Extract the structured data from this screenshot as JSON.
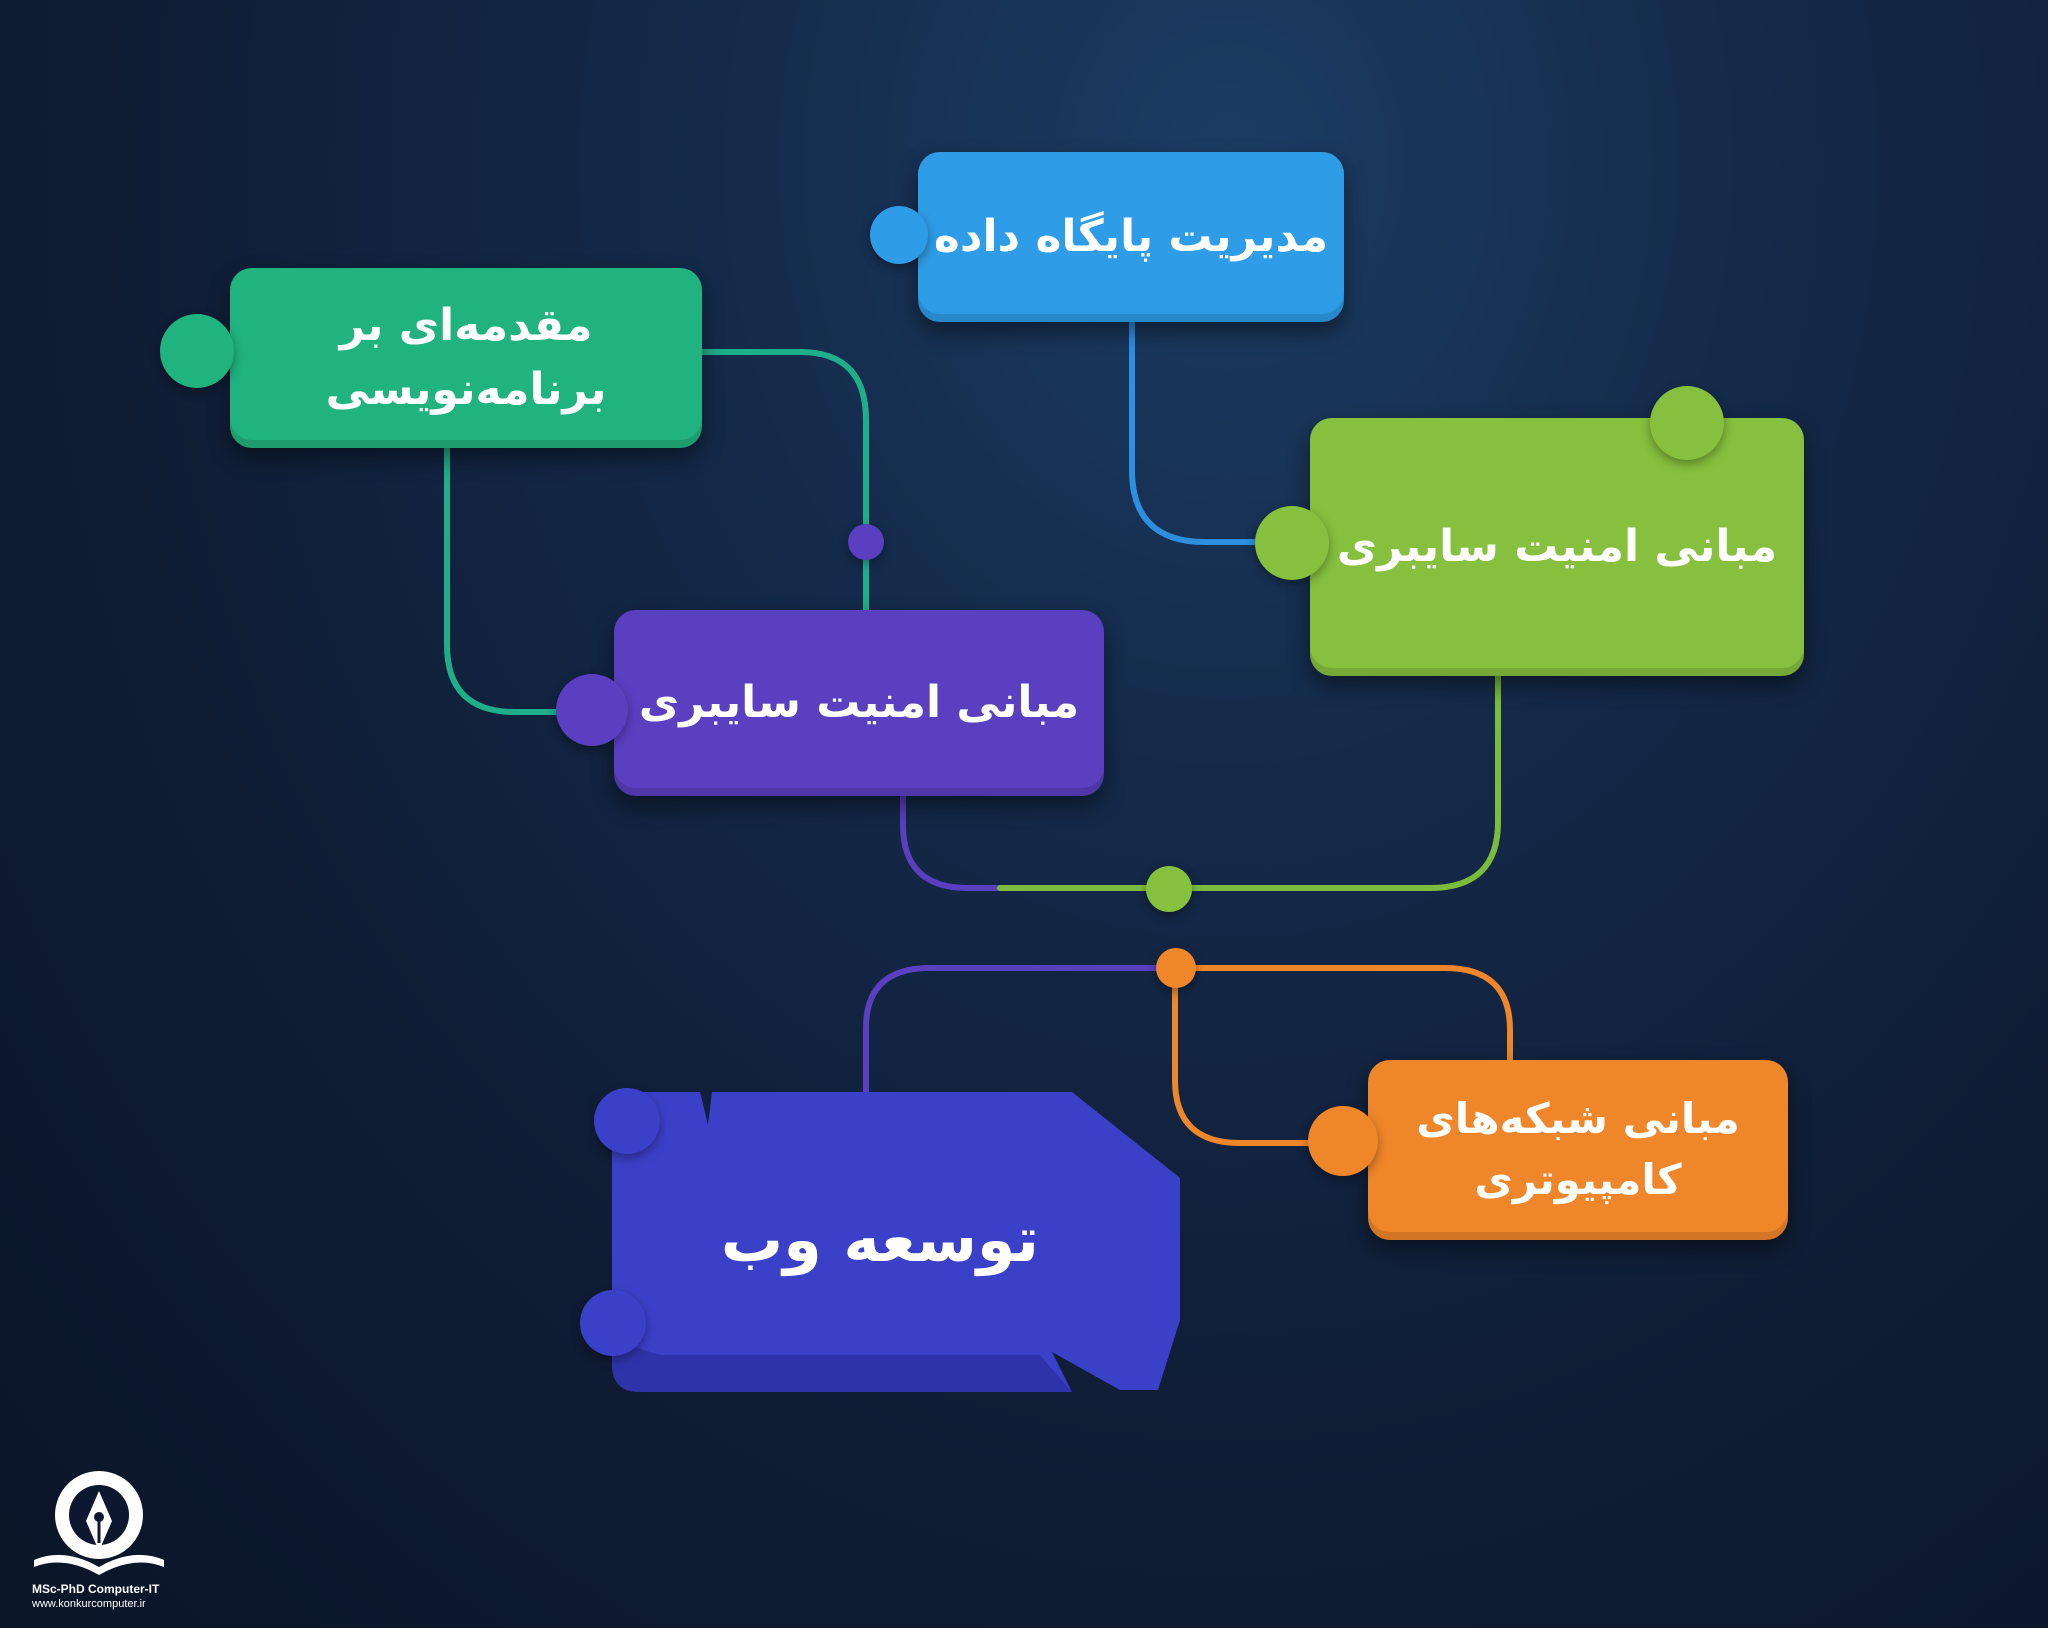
{
  "nodes": {
    "database": {
      "label": "مدیریت پایگاه داده",
      "color": "#2e9ce6"
    },
    "intro_programming": {
      "label_line1": "مقدمه‌ای بر",
      "label_line2": "برنامه‌نویسی",
      "color": "#20b27f"
    },
    "cyber_green": {
      "label": "مبانی امنیت سایبری",
      "color": "#86c03e"
    },
    "cyber_purple": {
      "label": "مبانی امنیت سایبری",
      "color": "#5a3fc0"
    },
    "web_dev": {
      "label": "توسعه وب",
      "color": "#3b40c8"
    },
    "networks": {
      "label_line1": "مبانی شبکه‌های",
      "label_line2": "کامپیوتری",
      "color": "#ef8629"
    }
  },
  "logo": {
    "line1": "MSc-PhD Computer-IT",
    "line2": "www.konkurcomputer.ir"
  }
}
